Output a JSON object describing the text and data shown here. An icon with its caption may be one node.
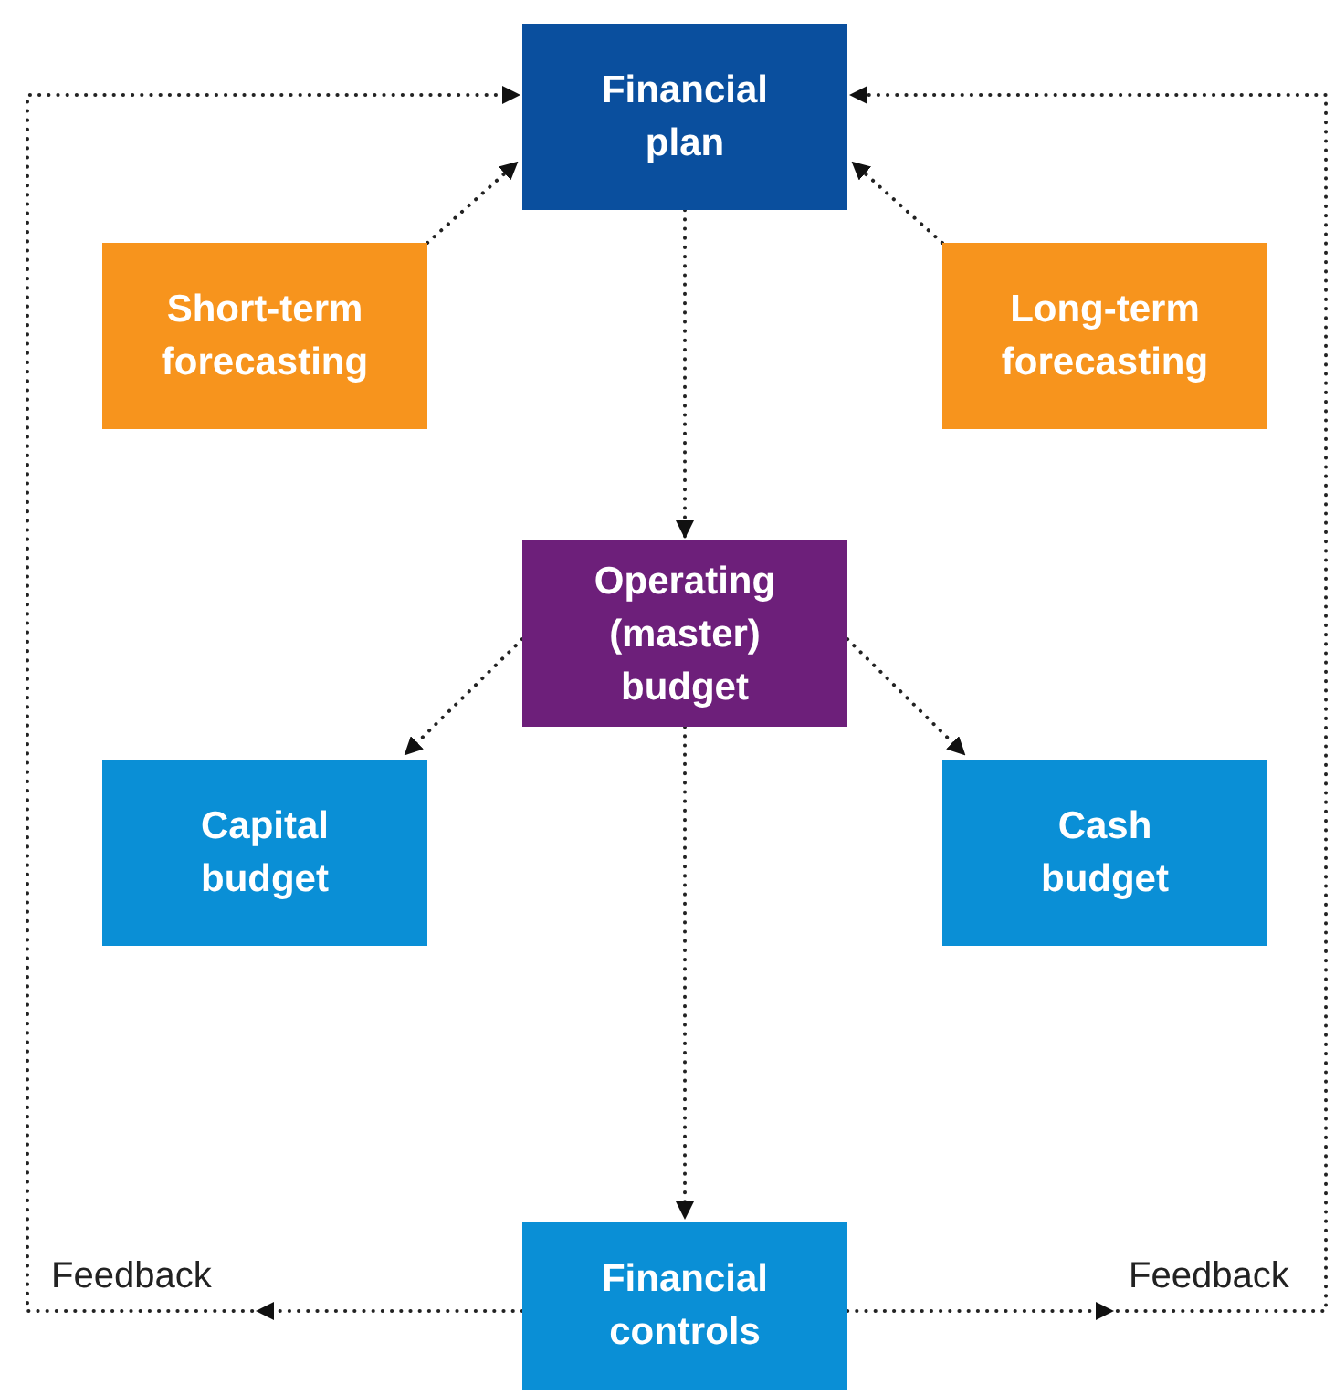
{
  "diagram": {
    "nodes": [
      {
        "text": [
          "Financial plan"
        ]
      },
      {
        "text": [
          "Short-term forecasting"
        ]
      },
      {
        "text": [
          "Long-term forecasting"
        ]
      },
      {
        "text": [
          "Operating (master) budget"
        ]
      },
      {
        "text": [
          "Capital budget"
        ]
      },
      {
        "text": [
          "Cash budget"
        ]
      },
      {
        "text": [
          "Financial controls"
        ]
      }
    ],
    "edges": [
      {
        "from": 1,
        "to": 0,
        "arrow": "to"
      },
      {
        "from": 2,
        "to": 0,
        "arrow": "to"
      },
      {
        "from": 0,
        "to": 3,
        "arrow": "to"
      },
      {
        "from": 3,
        "to": 4,
        "arrow": "to"
      },
      {
        "from": 3,
        "to": 5,
        "arrow": "to"
      },
      {
        "from": 3,
        "to": 6,
        "arrow": "to"
      },
      {
        "from": 6,
        "to": 0,
        "arrow": "to",
        "label": "Feedback"
      },
      {
        "from": 6,
        "to": 0,
        "arrow": "to",
        "label": "Feedback"
      }
    ]
  }
}
